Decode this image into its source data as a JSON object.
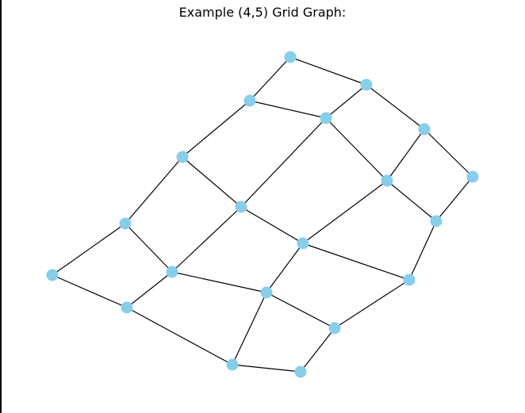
{
  "title": "Example (4,5) Grid Graph:",
  "colors": {
    "node_fill": "#87ceeb",
    "edge_stroke": "#000000",
    "background": "#ffffff"
  },
  "graph": {
    "grid_rows": 4,
    "grid_cols": 5,
    "nodes": [
      {
        "id": "0,0"
      },
      {
        "id": "0,1"
      },
      {
        "id": "0,2"
      },
      {
        "id": "0,3"
      },
      {
        "id": "0,4"
      },
      {
        "id": "1,0"
      },
      {
        "id": "1,1"
      },
      {
        "id": "1,2"
      },
      {
        "id": "1,3"
      },
      {
        "id": "1,4"
      },
      {
        "id": "2,0"
      },
      {
        "id": "2,1"
      },
      {
        "id": "2,2"
      },
      {
        "id": "2,3"
      },
      {
        "id": "2,4"
      },
      {
        "id": "3,0"
      },
      {
        "id": "3,1"
      },
      {
        "id": "3,2"
      },
      {
        "id": "3,3"
      },
      {
        "id": "3,4"
      }
    ],
    "edges": [
      [
        "0,0",
        "0,1"
      ],
      [
        "0,1",
        "0,2"
      ],
      [
        "0,2",
        "0,3"
      ],
      [
        "0,3",
        "0,4"
      ],
      [
        "1,0",
        "1,1"
      ],
      [
        "1,1",
        "1,2"
      ],
      [
        "1,2",
        "1,3"
      ],
      [
        "1,3",
        "1,4"
      ],
      [
        "2,0",
        "2,1"
      ],
      [
        "2,1",
        "2,2"
      ],
      [
        "2,2",
        "2,3"
      ],
      [
        "2,3",
        "2,4"
      ],
      [
        "3,0",
        "3,1"
      ],
      [
        "3,1",
        "3,2"
      ],
      [
        "3,2",
        "3,3"
      ],
      [
        "3,3",
        "3,4"
      ],
      [
        "0,0",
        "1,0"
      ],
      [
        "1,0",
        "2,0"
      ],
      [
        "2,0",
        "3,0"
      ],
      [
        "0,1",
        "1,1"
      ],
      [
        "1,1",
        "2,1"
      ],
      [
        "2,1",
        "3,1"
      ],
      [
        "0,2",
        "1,2"
      ],
      [
        "1,2",
        "2,2"
      ],
      [
        "2,2",
        "3,2"
      ],
      [
        "0,3",
        "1,3"
      ],
      [
        "1,3",
        "2,3"
      ],
      [
        "2,3",
        "3,3"
      ],
      [
        "0,4",
        "1,4"
      ],
      [
        "1,4",
        "2,4"
      ],
      [
        "2,4",
        "3,4"
      ]
    ]
  }
}
